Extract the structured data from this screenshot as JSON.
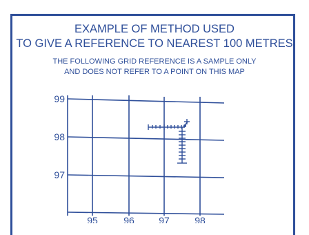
{
  "title": {
    "line1": "EXAMPLE OF METHOD USED",
    "line2": "TO GIVE A REFERENCE TO NEAREST 100 METRES"
  },
  "subtitle": {
    "line1": "THE FOLLOWING GRID REFERENCE IS A SAMPLE ONLY",
    "line2": "AND DOES NOT REFER TO A POINT ON THIS MAP"
  },
  "grid": {
    "eastings": [
      "95",
      "96",
      "97",
      "98"
    ],
    "northings": [
      "99",
      "98",
      "97"
    ]
  },
  "sample_point": {
    "easting": 97.6,
    "northing": 98.3
  },
  "colors": {
    "ink": "#2f4f9a",
    "background": "#ffffff"
  }
}
